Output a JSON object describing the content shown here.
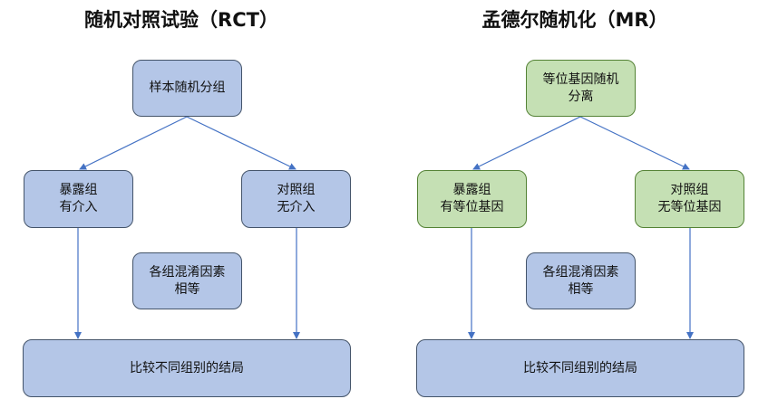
{
  "rct": {
    "title": "随机对照试验（RCT）",
    "randomize": "样本随机分组",
    "exposed_line1": "暴露组",
    "exposed_line2": "有介入",
    "control_line1": "对照组",
    "control_line2": "无介入",
    "confounders_line1": "各组混淆因素",
    "confounders_line2": "相等",
    "outcome": "比较不同组别的结局"
  },
  "mr": {
    "title": "孟德尔随机化（MR）",
    "randomize_line1": "等位基因随机",
    "randomize_line2": "分离",
    "exposed_line1": "暴露组",
    "exposed_line2": "有等位基因",
    "control_line1": "对照组",
    "control_line2": "无等位基因",
    "confounders_line1": "各组混淆因素",
    "confounders_line2": "相等",
    "outcome": "比较不同组别的结局"
  },
  "colors": {
    "box_blue_fill": "#b4c6e7",
    "box_green_fill": "#c5e0b4",
    "arrow": "#4472c4"
  }
}
